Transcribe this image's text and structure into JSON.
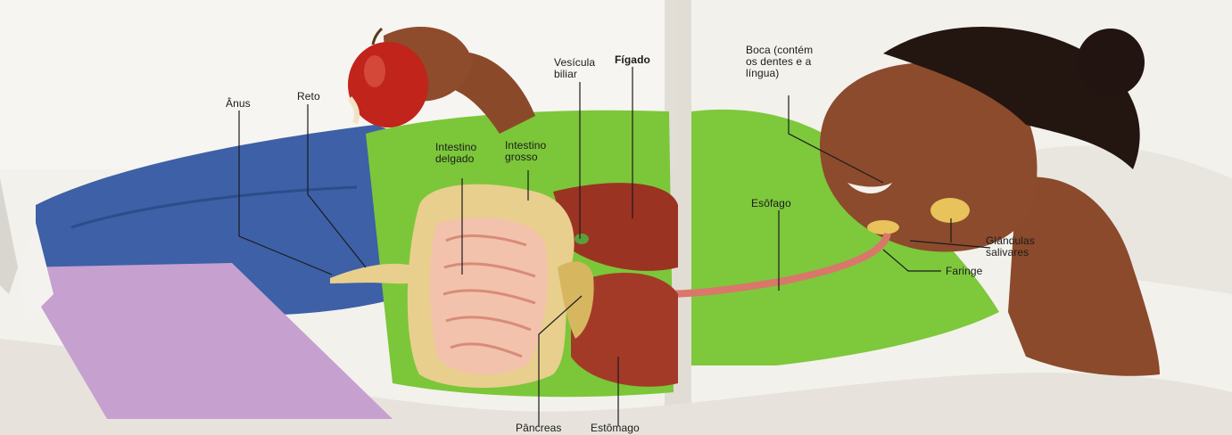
{
  "labels": {
    "anus": "Ânus",
    "reto": "Reto",
    "intestino_delgado": "Intestino\ndelgado",
    "intestino_grosso": "Intestino\ngrosso",
    "vesicula_biliar": "Vesícula\nbiliar",
    "figado": "Fígado",
    "boca": "Boca (contém\nos dentes e a\nlíngua)",
    "esofago": "Esôfago",
    "glandulas_salivares": "Glândulas\nsalivares",
    "faringe": "Faringe",
    "pancreas": "Pâncreas",
    "estomago": "Estômago"
  },
  "colors": {
    "shirt": "#7cc63a",
    "jeans": "#3c5fa6",
    "skin": "#8a4a2a",
    "book": "#c7a0cf",
    "organ_liver": "#9b3322",
    "organ_intestine": "#f2c7b6",
    "organ_colon": "#e8cf8e",
    "apple": "#c0241b",
    "sheet": "#eeebe5"
  }
}
